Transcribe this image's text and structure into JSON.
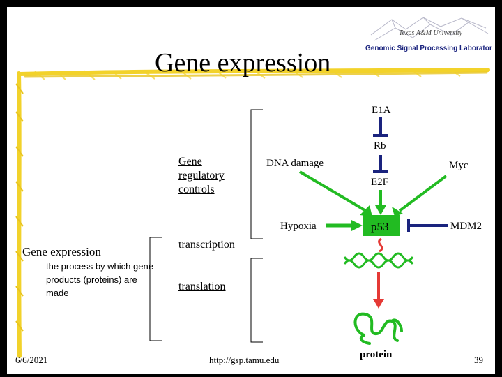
{
  "slide": {
    "title": "Gene expression",
    "logo": {
      "university_text": "Texas A&M University",
      "lab_text": "Genomic Signal Processing Laboratory"
    },
    "left_panel": {
      "heading": "Gene expression",
      "description": "the process by which gene products (proteins) are made"
    },
    "links": {
      "gene_regulatory_controls": "Gene regulatory controls",
      "transcription": "transcription",
      "translation": "translation"
    },
    "diagram": {
      "nodes": {
        "e1a": "E1A",
        "rb": "Rb",
        "e2f": "E2F",
        "myc": "Myc",
        "dna_damage": "DNA damage",
        "hypoxia": "Hypoxia",
        "p53": "p53",
        "mdm2": "MDM2",
        "protein": "protein"
      },
      "colors": {
        "activation": "#22bb22",
        "inhibition": "#1a237e",
        "translation": "#e53935",
        "rna": "#e53935"
      }
    },
    "footer": {
      "date": "6/6/2021",
      "url": "http://gsp.tamu.edu",
      "page_number": "39"
    }
  }
}
